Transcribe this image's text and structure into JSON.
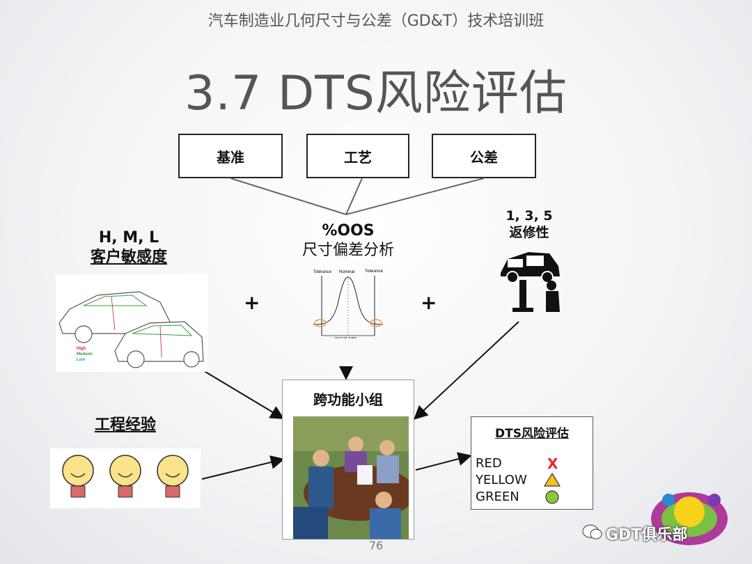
{
  "header": "汽车制造业几何尺寸与公差（GD&T）技术培训班",
  "title": "3.7 DTS风险评估",
  "inputs": {
    "datum": "基准",
    "process": "工艺",
    "tolerance": "公差"
  },
  "oos": {
    "title": "%OOS",
    "subtitle": "尺寸偏差分析"
  },
  "curve": {
    "tol_left": "Tolerance",
    "nominal": "Nominal",
    "tol_right": "Tolerance",
    "bottom": "Low to out of spec"
  },
  "sensitivity": {
    "code": "H, M, L",
    "label": "客户敏感度",
    "legend_high": "High",
    "legend_medium": "Medium",
    "legend_low": "Low"
  },
  "repair": {
    "code": "1, 3, 5",
    "label": "返修性"
  },
  "experience": "工程经验",
  "plus": "+",
  "team": "跨功能小组",
  "dts": {
    "title": "DTS风险评估",
    "ratings": [
      {
        "label": "RED",
        "symbol": "X"
      },
      {
        "label": "YELLOW",
        "symbol": "triangle"
      },
      {
        "label": "GREEN",
        "symbol": "circle"
      }
    ]
  },
  "page_number": "76",
  "watermark": "GDT俱乐部",
  "colors": {
    "red": "#e8262a",
    "yellow": "#f2c31a",
    "green": "#8cc63f",
    "title": "#555555"
  }
}
